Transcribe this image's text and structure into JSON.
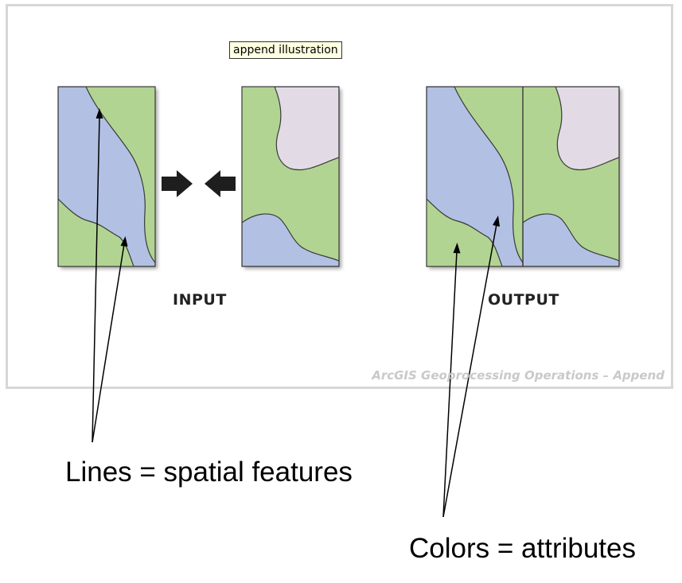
{
  "tooltip": {
    "text": "append illustration"
  },
  "labels": {
    "input": "INPUT",
    "output": "OUTPUT",
    "credit": "ArcGIS Geoprocessing Operations – Append"
  },
  "captions": {
    "lines": "Lines = spatial features",
    "colors": "Colors = attributes"
  },
  "colors": {
    "green": "#b2d492",
    "blue": "#b2c0e3",
    "lavender": "#e2dbe5",
    "outline": "#3a3a3a",
    "arrow": "#1e1e1e",
    "frame": "#d7d7d7"
  },
  "icons": {
    "merge_right": "arrow-right-icon",
    "merge_left": "arrow-left-icon"
  }
}
